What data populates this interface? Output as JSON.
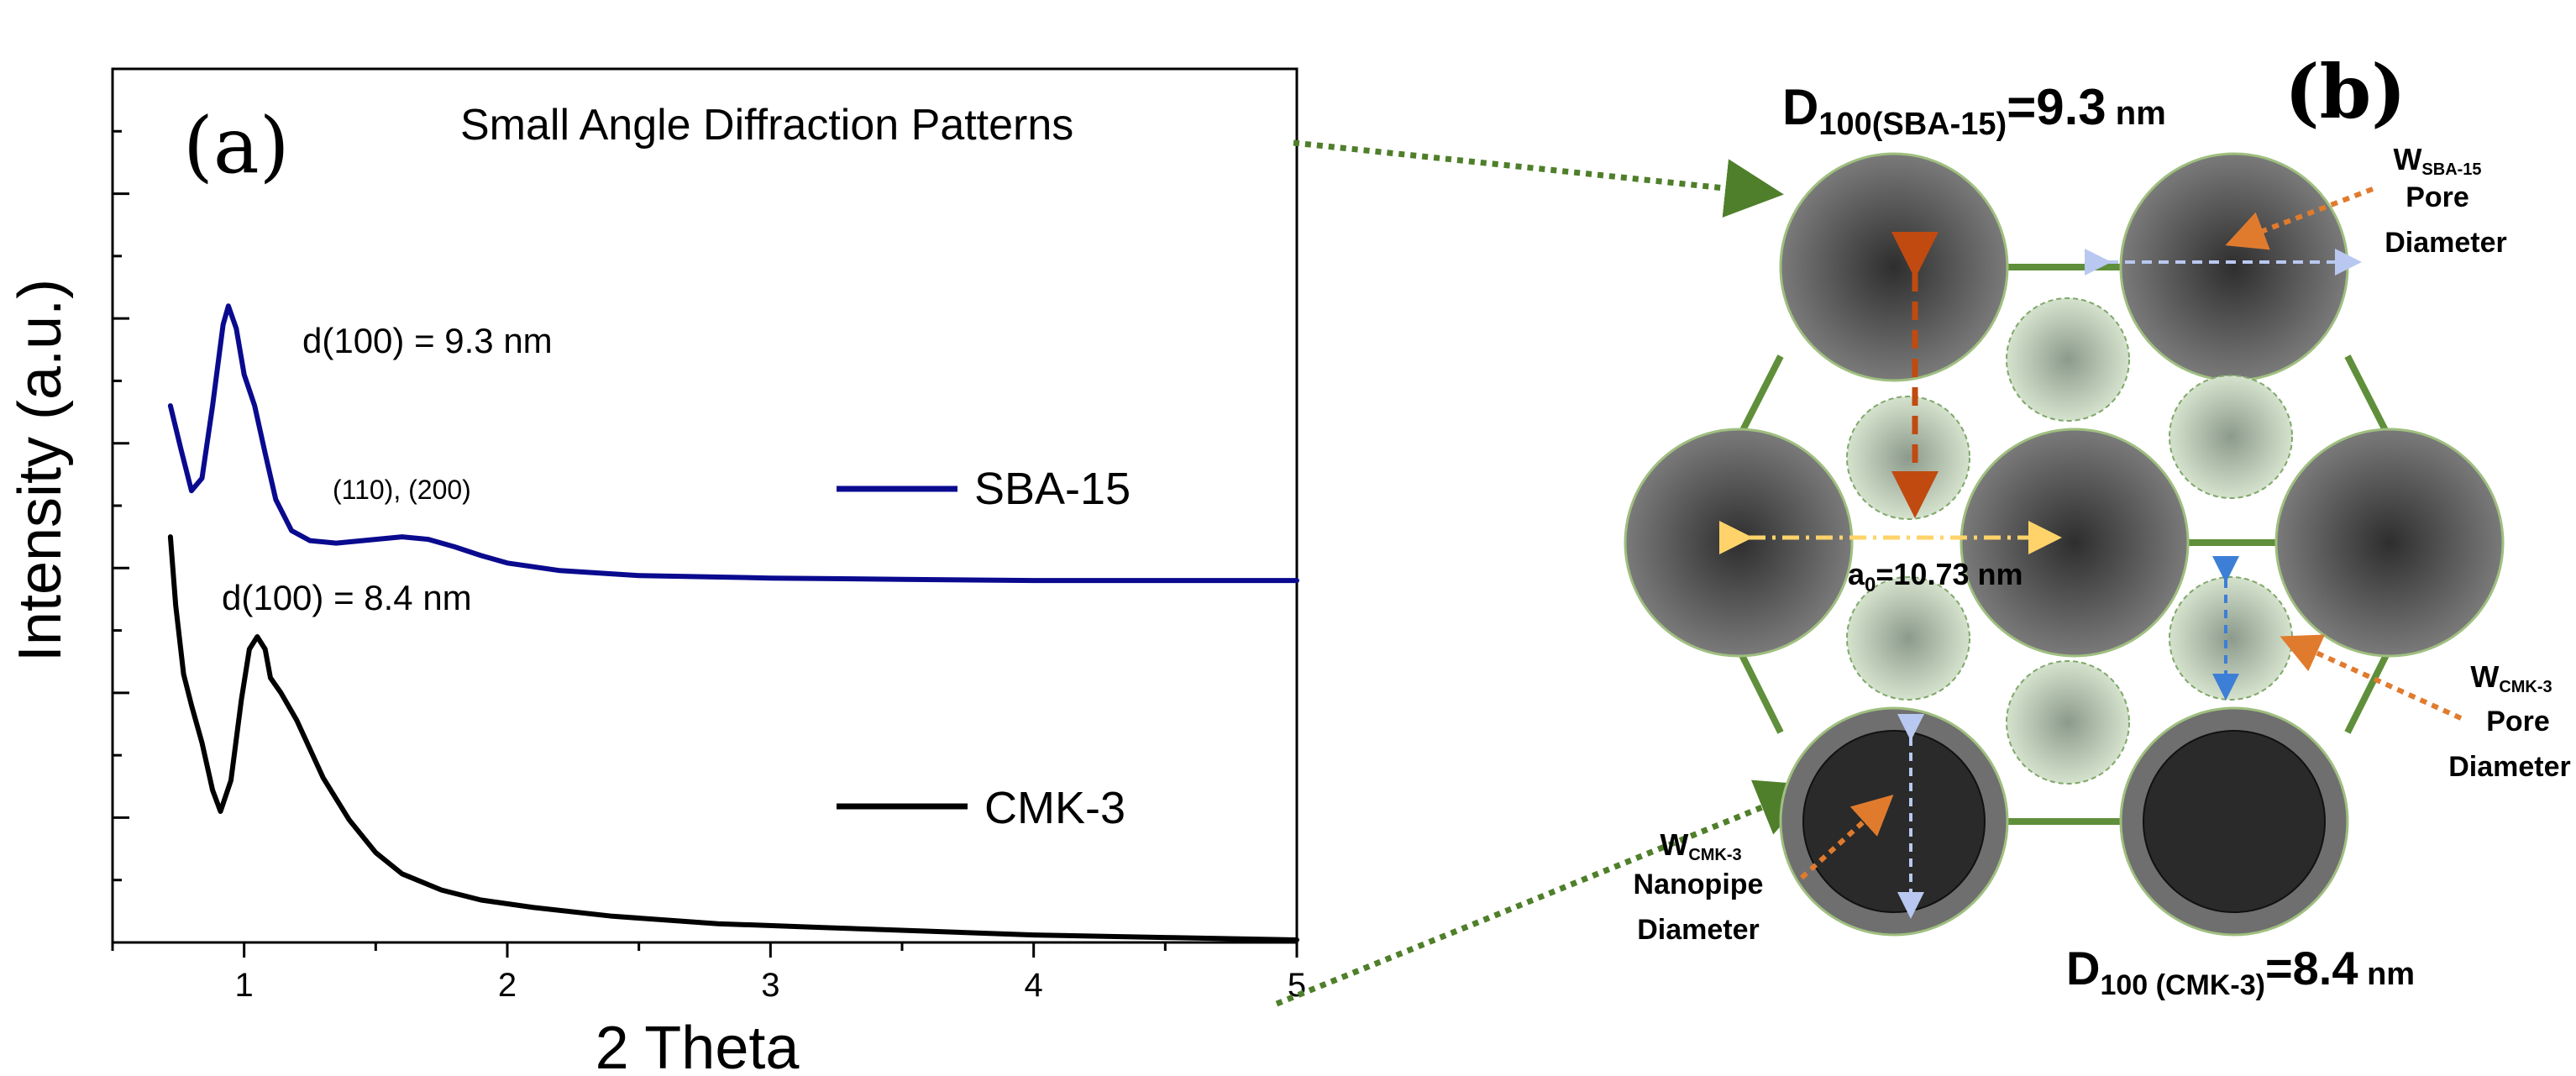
{
  "chart_data": {
    "type": "line",
    "title": "Small Angle Diffraction Patterns",
    "panel_label": "(a)",
    "xlabel": "2 Theta",
    "ylabel": "Intensity (a.u.)",
    "xlim": [
      0.5,
      5
    ],
    "ylim": [
      0,
      7
    ],
    "x_ticks": [
      "1",
      "2",
      "3",
      "4",
      "5"
    ],
    "y_ticks_labeled": false,
    "grid": false,
    "legend_position": "right",
    "series": [
      {
        "name": "SBA-15",
        "color": "#0a0a8f",
        "points": [
          [
            0.72,
            4.3
          ],
          [
            0.76,
            3.95
          ],
          [
            0.8,
            3.62
          ],
          [
            0.84,
            3.72
          ],
          [
            0.88,
            4.3
          ],
          [
            0.92,
            4.95
          ],
          [
            0.94,
            5.1
          ],
          [
            0.97,
            4.92
          ],
          [
            1.0,
            4.55
          ],
          [
            1.04,
            4.3
          ],
          [
            1.08,
            3.92
          ],
          [
            1.12,
            3.55
          ],
          [
            1.18,
            3.3
          ],
          [
            1.25,
            3.22
          ],
          [
            1.35,
            3.2
          ],
          [
            1.45,
            3.22
          ],
          [
            1.6,
            3.25
          ],
          [
            1.7,
            3.23
          ],
          [
            1.8,
            3.17
          ],
          [
            1.9,
            3.1
          ],
          [
            2.0,
            3.04
          ],
          [
            2.2,
            2.98
          ],
          [
            2.5,
            2.94
          ],
          [
            3.0,
            2.92
          ],
          [
            3.5,
            2.91
          ],
          [
            4.0,
            2.9
          ],
          [
            4.5,
            2.9
          ],
          [
            5.0,
            2.9
          ]
        ]
      },
      {
        "name": "CMK-3",
        "color": "#000000",
        "points": [
          [
            0.72,
            3.25
          ],
          [
            0.74,
            2.7
          ],
          [
            0.77,
            2.15
          ],
          [
            0.8,
            1.9
          ],
          [
            0.84,
            1.6
          ],
          [
            0.88,
            1.22
          ],
          [
            0.91,
            1.05
          ],
          [
            0.95,
            1.3
          ],
          [
            0.99,
            1.95
          ],
          [
            1.02,
            2.35
          ],
          [
            1.05,
            2.45
          ],
          [
            1.08,
            2.35
          ],
          [
            1.1,
            2.12
          ],
          [
            1.14,
            2.0
          ],
          [
            1.2,
            1.78
          ],
          [
            1.3,
            1.32
          ],
          [
            1.4,
            0.98
          ],
          [
            1.5,
            0.72
          ],
          [
            1.6,
            0.55
          ],
          [
            1.75,
            0.42
          ],
          [
            1.9,
            0.34
          ],
          [
            2.1,
            0.28
          ],
          [
            2.4,
            0.21
          ],
          [
            2.8,
            0.15
          ],
          [
            3.2,
            0.12
          ],
          [
            3.6,
            0.09
          ],
          [
            4.0,
            0.06
          ],
          [
            4.5,
            0.04
          ],
          [
            5.0,
            0.02
          ]
        ]
      }
    ],
    "annotations": [
      {
        "text": "d(100) = 9.3 nm"
      },
      {
        "text": "(110), (200)"
      },
      {
        "text": "d(100) = 8.4 nm"
      }
    ]
  },
  "diagram": {
    "panel_label": "(b)",
    "sba_spacing": {
      "prefix": "D",
      "sub": "100(SBA-15)",
      "value": "=9.3",
      "unit": "nm"
    },
    "cmk_spacing": {
      "prefix": "D",
      "sub": "100 (CMK-3)",
      "value": "=8.4",
      "unit": "nm"
    },
    "lattice": {
      "prefix": "a",
      "sub": "0",
      "value": "=10.73 nm"
    },
    "sba_pore": {
      "prefix": "W",
      "sub": "SBA-15",
      "line2": "Pore",
      "line3": "Diameter"
    },
    "cmk_pore": {
      "prefix": "W",
      "sub": "CMK-3",
      "line2": "Pore",
      "line3": "Diameter"
    },
    "cmk_nanopipe": {
      "prefix": "W",
      "sub": "CMK-3",
      "line2": "Nanopipe",
      "line3": "Diameter"
    }
  }
}
